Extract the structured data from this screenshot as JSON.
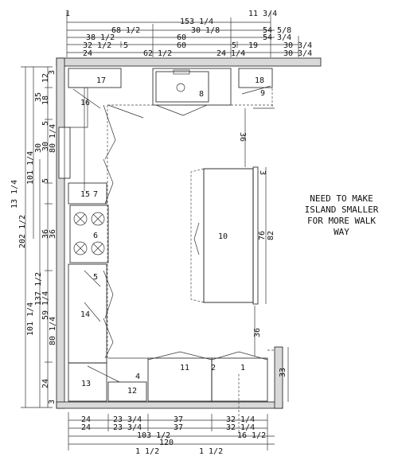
{
  "top_dimensions": {
    "row1": [
      "1",
      "153 1/4",
      "11 3/4"
    ],
    "row2": [
      "68 1/2",
      "30 1/8",
      "54 5/8"
    ],
    "row3": [
      "38 1/2",
      "60",
      "54 3/4"
    ],
    "row4": [
      "32 1/2",
      "5",
      "60",
      "5",
      "19",
      "30 3/4"
    ],
    "row5": [
      "24",
      "62 1/2",
      "24 1/4",
      "30 3/4"
    ]
  },
  "left_dimensions": {
    "outer": [
      "202 1/2"
    ],
    "col1": [
      "13 1/4",
      "101 1/4"
    ],
    "col2": [
      "101 1/4",
      "137 1/2",
      "59 1/4"
    ],
    "col3": [
      "35",
      "30",
      "80 1/4",
      "80 1/4"
    ],
    "col4": [
      "12",
      "18",
      "5",
      "30",
      "5",
      "36",
      "36",
      "24"
    ]
  },
  "bottom_dimensions": {
    "row1": [
      "24",
      "23 3/4",
      "37",
      "32 1/4"
    ],
    "row2": [
      "24",
      "23 3/4",
      "37",
      "32 1/4"
    ],
    "row3": [
      "103 1/2",
      "16 1/2"
    ],
    "row4": [
      "120"
    ],
    "row5": [
      "1 1/2",
      "1 1/2"
    ]
  },
  "inner_dimensions": {
    "aisle_top": "36",
    "aisle_bottom": "36",
    "island_width_a": "76",
    "island_width_b": "82",
    "right_end": "33",
    "edge_marks": [
      "3",
      "3",
      "3"
    ]
  },
  "cabinet_labels": [
    "17",
    "16",
    "18",
    "9",
    "8",
    "15",
    "7",
    "6",
    "5",
    "14",
    "10",
    "4",
    "13",
    "12",
    "11",
    "2",
    "1"
  ],
  "note": {
    "lines": [
      "NEED TO MAKE",
      "ISLAND SMALLER",
      "FOR MORE WALK",
      "WAY"
    ]
  }
}
